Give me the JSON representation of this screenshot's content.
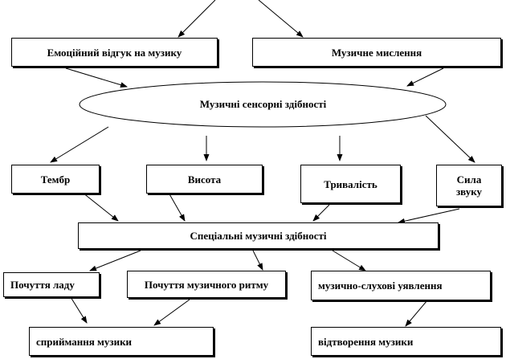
{
  "diagram": {
    "nodes": {
      "emotional_response": "Емоційний відгук  на музику",
      "musical_thinking": "Музичне мислення",
      "sensory_abilities": "Музичні сенсорні здібності",
      "timbre": "Тембр",
      "pitch": "Висота",
      "duration": "Тривалість",
      "loudness": "Сила\nзвуку",
      "special_abilities": "Спеціальні музичні здібності",
      "sense_of_mode": "Почуття ладу",
      "sense_of_rhythm": "Почуття музичного ритму",
      "auditory_representations": "музично-слухові уявлення",
      "music_perception": "сприймання музики",
      "music_reproduction": "відтворення музики"
    },
    "edges": [
      {
        "from": "top",
        "to": "emotional_response"
      },
      {
        "from": "top",
        "to": "musical_thinking"
      },
      {
        "from": "emotional_response",
        "to": "sensory_abilities"
      },
      {
        "from": "musical_thinking",
        "to": "sensory_abilities"
      },
      {
        "from": "sensory_abilities",
        "to": "timbre"
      },
      {
        "from": "sensory_abilities",
        "to": "pitch"
      },
      {
        "from": "sensory_abilities",
        "to": "duration"
      },
      {
        "from": "sensory_abilities",
        "to": "loudness"
      },
      {
        "from": "timbre",
        "to": "special_abilities"
      },
      {
        "from": "pitch",
        "to": "special_abilities"
      },
      {
        "from": "duration",
        "to": "special_abilities"
      },
      {
        "from": "loudness",
        "to": "special_abilities"
      },
      {
        "from": "special_abilities",
        "to": "sense_of_mode"
      },
      {
        "from": "special_abilities",
        "to": "sense_of_rhythm"
      },
      {
        "from": "special_abilities",
        "to": "auditory_representations"
      },
      {
        "from": "sense_of_mode",
        "to": "music_perception"
      },
      {
        "from": "sense_of_rhythm",
        "to": "music_perception"
      },
      {
        "from": "auditory_representations",
        "to": "music_reproduction"
      }
    ]
  }
}
